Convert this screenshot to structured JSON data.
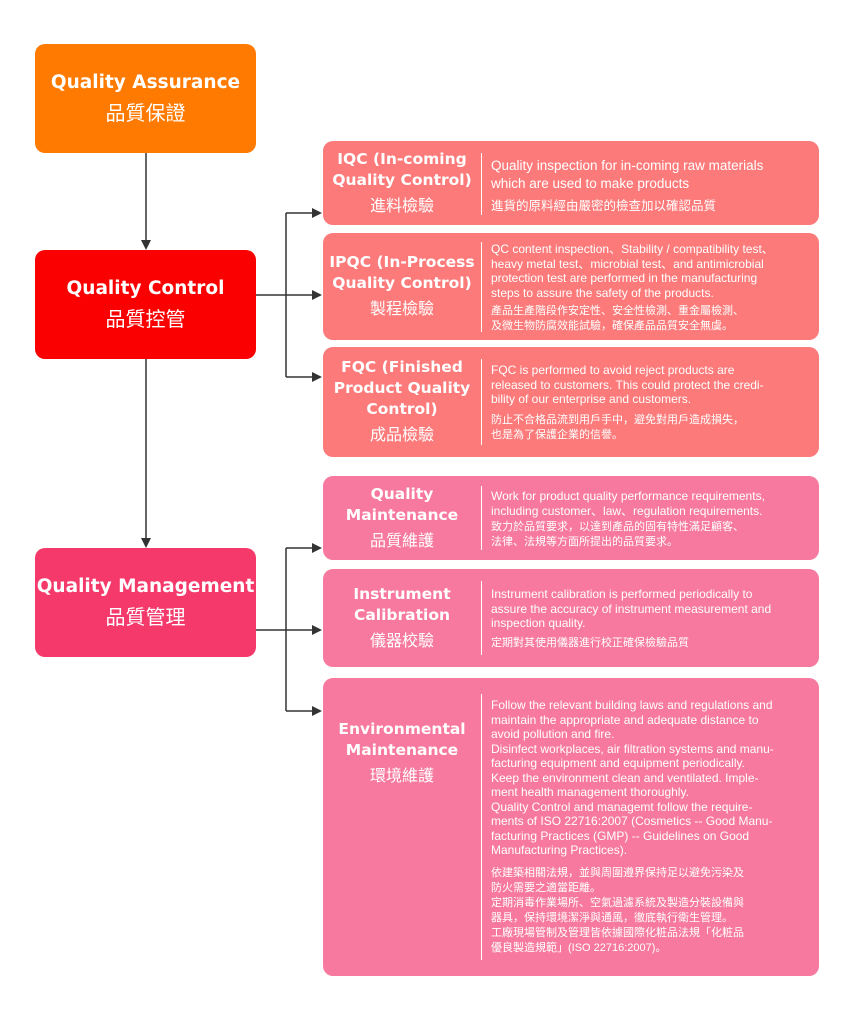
{
  "colors": {
    "assurance": "#ff7a00",
    "control": "#fa0000",
    "management": "#f5396b",
    "control_sub": "#fc7a7a",
    "management_sub": "#f7799f",
    "connector": "#333333"
  },
  "assurance": {
    "en": "Quality Assurance",
    "zh": "品質保證"
  },
  "control": {
    "en": "Quality Control",
    "zh": "品質控管"
  },
  "management": {
    "en": "Quality Management",
    "zh": "品質管理"
  },
  "iqc": {
    "en": "IQC (In-coming\nQuality Control)",
    "zh": "進料檢驗",
    "desc_en": "Quality inspection for in-coming raw materials\nwhich are used to make products",
    "desc_zh": "進貨的原料經由嚴密的檢查加以確認品質"
  },
  "ipqc": {
    "en": "IPQC (In-Process\nQuality Control)",
    "zh": "製程檢驗",
    "desc_en": "QC content inspection、Stability / compatibility test、\nheavy metal test、microbial test、and antimicrobial\nprotection test are performed in the manufacturing\nsteps to assure the safety of the products.",
    "desc_zh": "產品生產階段作安定性、安全性檢測、重金屬檢測、\n及微生物防腐效能試驗，確保產品品質安全無虞。"
  },
  "fqc": {
    "en": "FQC (Finished\nProduct Quality\nControl)",
    "zh": "成品檢驗",
    "desc_en": "FQC is performed to avoid reject products are\nreleased to customers. This could protect the credi-\nbility of our enterprise and customers.",
    "desc_zh": "防止不合格品流到用戶手中，避免對用戶造成損失，\n也是為了保護企業的信譽。"
  },
  "qm": {
    "en": "Quality\nMaintenance",
    "zh": "品質維護",
    "desc_en": "Work for product quality performance requirements,\nincluding customer、law、regulation requirements.",
    "desc_zh": "致力於品質要求，以達到產品的固有特性滿足顧客、\n法律、法規等方面所提出的品質要求。"
  },
  "ic": {
    "en": "Instrument\nCalibration",
    "zh": "儀器校驗",
    "desc_en": "Instrument calibration is performed periodically to\nassure the accuracy of instrument measurement and\ninspection quality.",
    "desc_zh": "定期對其使用儀器進行校正確保檢驗品質"
  },
  "em": {
    "en": "Environmental\nMaintenance",
    "zh": "環境維護",
    "desc_en": "Follow the relevant building laws and regulations and\nmaintain the appropriate and adequate distance to\navoid pollution and fire.\nDisinfect workplaces, air filtration systems and manu-\nfacturing equipment and equipment periodically.\nKeep the environment clean and ventilated. Imple-\nment  health management thoroughly.\nQuality Control and managemt follow the require-\nments of ISO 22716:2007 (Cosmetics -- Good Manu-\nfacturing Practices (GMP) -- Guidelines on Good\nManufacturing Practices).",
    "desc_zh": "依建築相關法規，並與周圍遵界保持足以避免污染及\n防火需要之適當距離。\n定期消毒作業場所、空氣過濾系統及製造分裝設備與\n器具，保持環境潔淨與通風，徹底執行衛生管理。\n工廠現場管制及管理皆依據國際化粧品法規「化粧品\n優良製造規範」(ISO 22716:2007)。"
  }
}
